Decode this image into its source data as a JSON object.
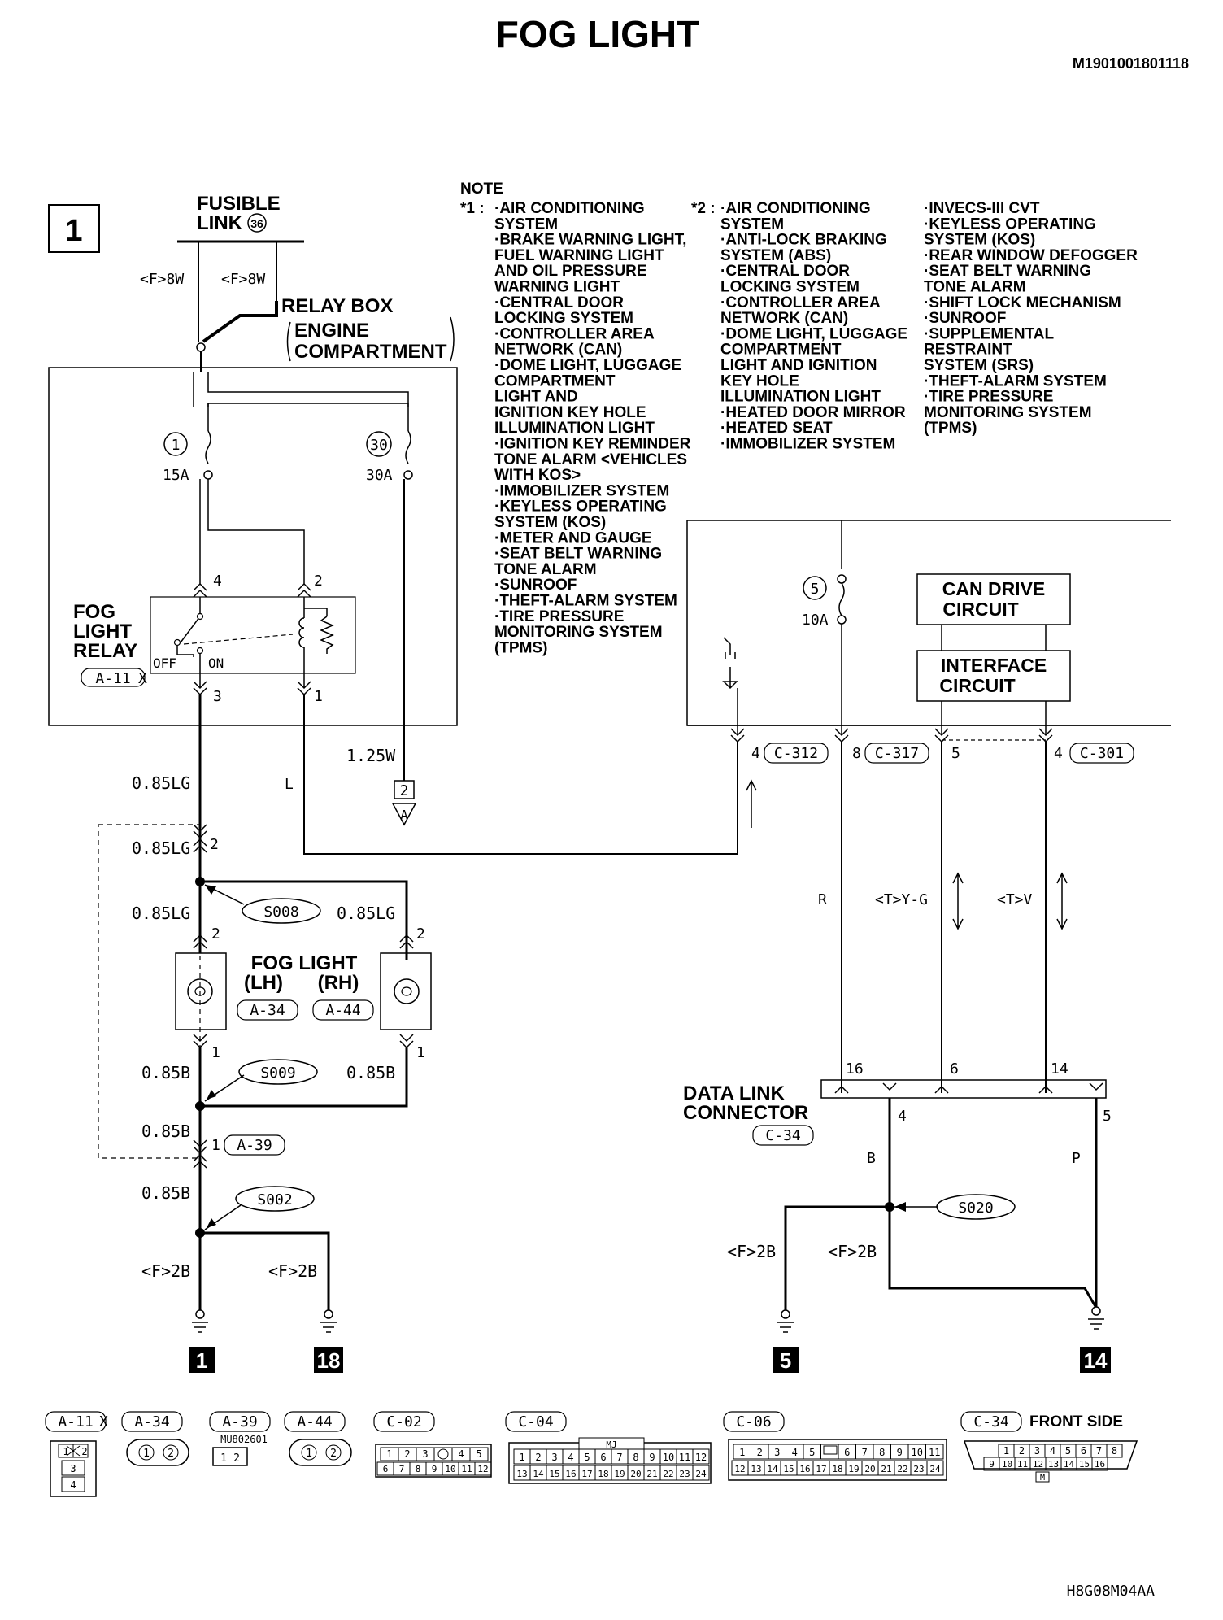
{
  "title": "FOG LIGHT",
  "doc_code": "M1901001801118",
  "figure_code": "H8G08M04AA",
  "section_number": "1",
  "fusible_link": {
    "label1": "FUSIBLE",
    "label2": "LINK",
    "number": "36"
  },
  "relay_box": {
    "line1": "RELAY BOX",
    "line2": "ENGINE",
    "line3": "COMPARTMENT"
  },
  "fuses": [
    {
      "number": "1",
      "rating": "15A"
    },
    {
      "number": "30",
      "rating": "30A"
    },
    {
      "number": "5",
      "rating": "10A"
    }
  ],
  "fog_relay": {
    "line1": "FOG",
    "line2": "LIGHT",
    "line3": "RELAY",
    "connector": "A-11",
    "connector_suffix": "X",
    "off": "OFF",
    "on": "ON",
    "pins": [
      "4",
      "2",
      "3",
      "1"
    ]
  },
  "can_drive": {
    "line1": "CAN DRIVE",
    "line2": "CIRCUIT"
  },
  "interface": {
    "line1": "INTERFACE",
    "line2": "CIRCUIT"
  },
  "ecu_connectors": [
    {
      "pin": "4",
      "name": "C-312"
    },
    {
      "pin": "8",
      "name": "C-317"
    },
    {
      "pin": "5",
      "name": ""
    },
    {
      "pin": "4",
      "name": "C-301"
    }
  ],
  "wires": {
    "f8w_left": "<F>8W",
    "f8w_right": "<F>8W",
    "w125": "1.25W",
    "lg1": "0.85LG",
    "lg2": "0.85LG",
    "lg3": "0.85LG",
    "lg4": "0.85LG",
    "l": "L",
    "b1": "0.85B",
    "b2": "0.85B",
    "b3": "0.85B",
    "b4": "0.85B",
    "f2b_1": "<F>2B",
    "f2b_2": "<F>2B",
    "f2b_3": "<F>2B",
    "f2b_4": "<F>2B",
    "r": "R",
    "tyg": "<T>Y-G",
    "tv": "<T>V",
    "b_dlc": "B",
    "p_dlc": "P"
  },
  "pins": {
    "lg_joint": "2",
    "lh_top": "2",
    "rh_top": "2",
    "lh_bot": "1",
    "rh_bot": "1",
    "a39": "1",
    "dlc16": "16",
    "dlc6": "6",
    "dlc14": "14",
    "dlc4": "4",
    "dlc5": "5"
  },
  "page_ref": {
    "number": "2",
    "letter": "A"
  },
  "splices": [
    "S008",
    "S009",
    "S002",
    "S020"
  ],
  "fog_light": {
    "line1": "FOG LIGHT",
    "lh": "(LH)",
    "rh": "(RH)",
    "lh_connector": "A-34",
    "rh_connector": "A-44",
    "a39_connector": "A-39"
  },
  "dlc": {
    "line1": "DATA LINK",
    "line2": "CONNECTOR",
    "connector": "C-34"
  },
  "grounds": [
    "1",
    "18",
    "5",
    "14"
  ],
  "note": {
    "heading": "NOTE",
    "star1_mark": "*1 :",
    "star1": [
      "·AIR CONDITIONING",
      "SYSTEM",
      "·BRAKE WARNING LIGHT,",
      "FUEL WARNING LIGHT",
      "AND OIL PRESSURE",
      "WARNING LIGHT",
      "·CENTRAL DOOR",
      "LOCKING SYSTEM",
      "·CONTROLLER AREA",
      "NETWORK (CAN)",
      "·DOME LIGHT, LUGGAGE",
      "COMPARTMENT",
      "LIGHT AND",
      "IGNITION KEY HOLE",
      "ILLUMINATION LIGHT",
      "·IGNITION KEY REMINDER",
      "TONE ALARM <VEHICLES",
      "WITH KOS>",
      "·IMMOBILIZER SYSTEM",
      "·KEYLESS OPERATING",
      "SYSTEM (KOS)",
      "·METER AND GAUGE",
      "·SEAT BELT WARNING",
      "TONE ALARM",
      "·SUNROOF",
      "·THEFT-ALARM SYSTEM",
      "·TIRE PRESSURE",
      "MONITORING SYSTEM",
      "(TPMS)"
    ],
    "star2_mark": "*2 :",
    "star2": [
      "·AIR CONDITIONING",
      "SYSTEM",
      "·ANTI-LOCK BRAKING",
      "SYSTEM (ABS)",
      "·CENTRAL DOOR",
      "LOCKING SYSTEM",
      "·CONTROLLER AREA",
      "NETWORK (CAN)",
      "·DOME LIGHT, LUGGAGE",
      "COMPARTMENT",
      "LIGHT AND IGNITION",
      "KEY HOLE",
      "ILLUMINATION LIGHT",
      "·HEATED DOOR MIRROR",
      "·HEATED SEAT",
      "·IMMOBILIZER SYSTEM"
    ],
    "col3": [
      "·INVECS-III CVT",
      "·KEYLESS OPERATING",
      "SYSTEM (KOS)",
      "·REAR WINDOW DEFOGGER",
      "·SEAT BELT WARNING",
      "TONE ALARM",
      "·SHIFT LOCK MECHANISM",
      "·SUNROOF",
      "·SUPPLEMENTAL",
      "RESTRAINT",
      "SYSTEM (SRS)",
      "·THEFT-ALARM SYSTEM",
      "·TIRE PRESSURE",
      "MONITORING SYSTEM",
      "(TPMS)"
    ]
  },
  "connector_views": {
    "labels": [
      "A-11",
      "A-34",
      "A-39",
      "A-44",
      "C-02",
      "C-04",
      "C-06",
      "C-34"
    ],
    "a11_suffix": "X",
    "a11_pins": [
      "1",
      "2",
      "3",
      "4"
    ],
    "a34_pins": [
      "1",
      "2"
    ],
    "a44_pins": [
      "1",
      "2"
    ],
    "a39_part": "MU802601",
    "a39_pins": [
      "1",
      "2"
    ],
    "c02_row1": [
      "1",
      "2",
      "3",
      "",
      "4",
      "5"
    ],
    "c02_row2": [
      "6",
      "7",
      "8",
      "9",
      "10",
      "11",
      "12"
    ],
    "c04_tag": "MJ",
    "c04_row1": [
      "1",
      "2",
      "3",
      "4",
      "5",
      "6",
      "7",
      "8",
      "9",
      "10",
      "11",
      "12"
    ],
    "c04_row2": [
      "13",
      "14",
      "15",
      "16",
      "17",
      "18",
      "19",
      "20",
      "21",
      "22",
      "23",
      "24"
    ],
    "c06_row1": [
      "1",
      "2",
      "3",
      "4",
      "5",
      "",
      "6",
      "7",
      "8",
      "9",
      "10",
      "11"
    ],
    "c06_row2": [
      "12",
      "13",
      "14",
      "15",
      "16",
      "17",
      "18",
      "19",
      "20",
      "21",
      "22",
      "23",
      "24"
    ],
    "c34_caption": "FRONT SIDE",
    "c34_row1": [
      "1",
      "2",
      "3",
      "4",
      "5",
      "6",
      "7",
      "8"
    ],
    "c34_row2": [
      "9",
      "10",
      "11",
      "12",
      "13",
      "14",
      "15",
      "16"
    ],
    "c34_tag": "M"
  }
}
